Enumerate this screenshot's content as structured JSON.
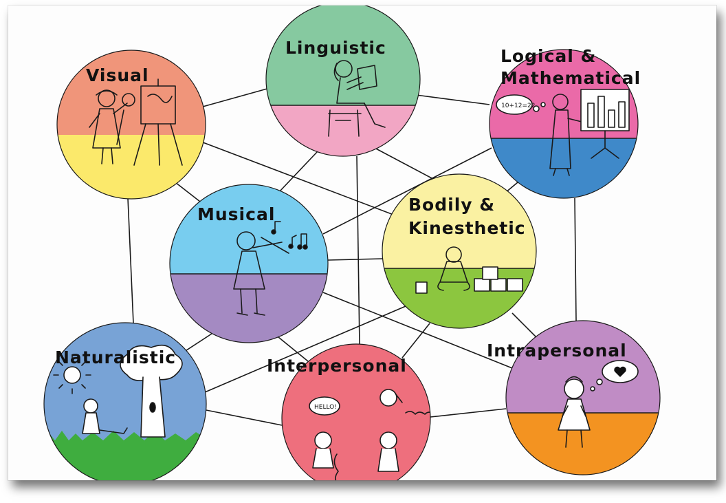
{
  "diagram": {
    "nodes": [
      {
        "id": "visual",
        "label": "Visual",
        "top_color": "#f0957a",
        "bottom_color": "#fbe96b"
      },
      {
        "id": "linguistic",
        "label": "Linguistic",
        "top_color": "#86c9a0",
        "bottom_color": "#f2a6c4"
      },
      {
        "id": "logical",
        "label_line1": "Logical &",
        "label_line2": "Mathematical",
        "top_color": "#ea6aa8",
        "bottom_color": "#3f89c9"
      },
      {
        "id": "musical",
        "label": "Musical",
        "top_color": "#78cdef",
        "bottom_color": "#a48ac2"
      },
      {
        "id": "bodily",
        "label_line1": "Bodily &",
        "label_line2": "Kinesthetic",
        "top_color": "#faf1a2",
        "bottom_color": "#8cc63f"
      },
      {
        "id": "naturalistic",
        "label": "Naturalistic",
        "top_color": "#78a3d6",
        "bottom_color": "#3fad3f"
      },
      {
        "id": "interpersonal",
        "label": "Interpersonal",
        "top_color": "#ee6f7d",
        "bottom_color": "#ee6f7d"
      },
      {
        "id": "intrapersonal",
        "label": "Intrapersonal",
        "top_color": "#c08cc5",
        "bottom_color": "#f39321"
      }
    ],
    "bubbles": {
      "logical_thought": "10+12=22",
      "interpersonal_speech": "HELLO!"
    }
  }
}
